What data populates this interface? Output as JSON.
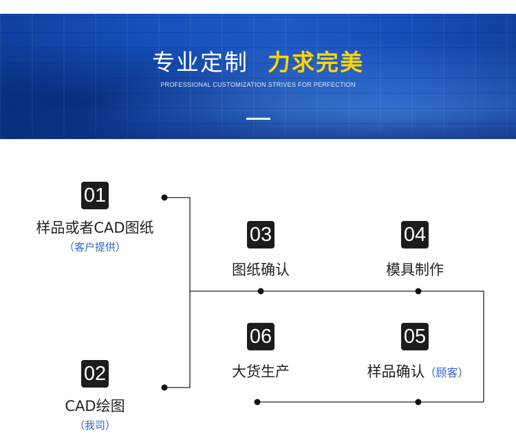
{
  "banner": {
    "title_main": "专业定制",
    "title_highlight": "力求完美",
    "subtitle": "PROFESSIONAL CUSTOMIZATION STRIVES FOR PERFECTION"
  },
  "steps": [
    {
      "number": "01",
      "label": "样品或者CAD图纸",
      "note": "（客户提供）"
    },
    {
      "number": "02",
      "label": "CAD绘图",
      "note": "（我司）"
    },
    {
      "number": "03",
      "label": "图纸确认"
    },
    {
      "number": "04",
      "label": "模具制作"
    },
    {
      "number": "05",
      "label": "样品确认",
      "note": "（顾客）"
    },
    {
      "number": "06",
      "label": "大货生产"
    }
  ],
  "colors": {
    "banner_blue": "#1b5fcf",
    "highlight_yellow": "#ffd500",
    "note_blue": "#2b63d6",
    "badge_black": "#1c1c1c"
  }
}
